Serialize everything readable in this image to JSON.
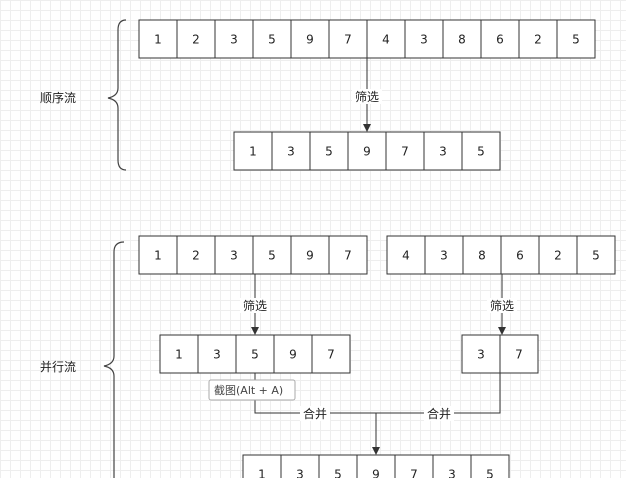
{
  "sections": [
    {
      "id": "sequential",
      "label": "顺序流"
    },
    {
      "id": "parallel",
      "label": "并行流"
    }
  ],
  "arrays": {
    "seq_source": [
      "1",
      "2",
      "3",
      "5",
      "9",
      "7",
      "4",
      "3",
      "8",
      "6",
      "2",
      "5"
    ],
    "seq_result": [
      "1",
      "3",
      "5",
      "9",
      "7",
      "3",
      "5"
    ],
    "par_chunk_a": [
      "1",
      "2",
      "3",
      "5",
      "9",
      "7"
    ],
    "par_chunk_b": [
      "4",
      "3",
      "8",
      "6",
      "2",
      "5"
    ],
    "par_filtered_a": [
      "1",
      "3",
      "5",
      "9",
      "7"
    ],
    "par_filtered_b": [
      "3",
      "7"
    ],
    "par_result": [
      "1",
      "3",
      "5",
      "9",
      "7",
      "3",
      "5"
    ]
  },
  "edge_labels": {
    "filter": "筛选",
    "merge": "合并"
  },
  "tooltip": "截图(Alt + A)"
}
